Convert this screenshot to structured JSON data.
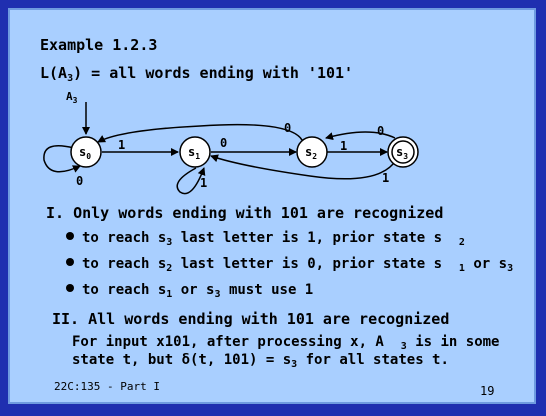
{
  "title": "Example 1.2.3",
  "language": {
    "prefix": "L(A",
    "sub": "3",
    "suffix": ") = all words ending with '101'"
  },
  "diagram": {
    "start_label": "A",
    "start_sub": "3",
    "states": [
      {
        "name": "s",
        "sub": "0"
      },
      {
        "name": "s",
        "sub": "1"
      },
      {
        "name": "s",
        "sub": "2"
      },
      {
        "name": "s",
        "sub": "3"
      }
    ],
    "edge_labels": {
      "s0_s0": "0",
      "s0_s1": "1",
      "s1_s1": "1",
      "s1_s2": "0",
      "s2_s0": "0",
      "s2_s3": "1",
      "s3_s2": "0",
      "s3_s1": "1"
    }
  },
  "section1": {
    "heading": "I. Only words ending with 101 are recognized",
    "bullet1": {
      "a": "to reach s",
      "s1": "3",
      "b": " last letter is 1, prior state s",
      "s2": "2"
    },
    "bullet2": {
      "a": "to reach s",
      "s1": "2",
      "b": " last letter is 0, prior state s",
      "s2": "1",
      "c": " or s",
      "s3": "3"
    },
    "bullet3": {
      "a": "to reach s",
      "s1": "1",
      "b": " or s",
      "s2": "3",
      "c": " must use 1"
    }
  },
  "section2": {
    "heading": "II. All words ending with 101 are recognized",
    "line1": {
      "a": "For input x101, after processing x, A",
      "s1": "3",
      "b": " is in some"
    },
    "line2": {
      "a": "state t, but  δ(t, 101) = s",
      "s1": "3",
      "b": " for all states t."
    }
  },
  "footer": "22C:135 - Part I",
  "page_number": "19"
}
